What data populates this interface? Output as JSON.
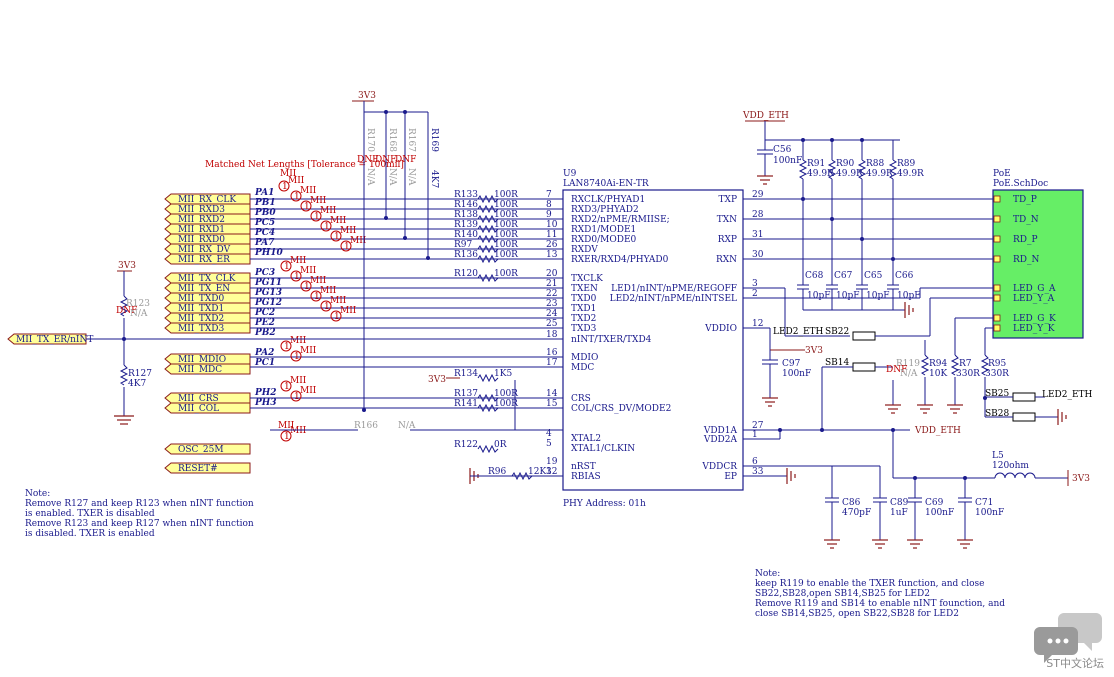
{
  "chip": {
    "ref": "U9",
    "part": "LAN8740Ai-EN-TR",
    "left_pins": [
      {
        "num": "7",
        "name": "RXCLK/PHYAD1"
      },
      {
        "num": "8",
        "name": "RXD3/PHYAD2"
      },
      {
        "num": "9",
        "name": "RXD2/nPME/RMIISE;"
      },
      {
        "num": "10",
        "name": "RXD1/MODE1"
      },
      {
        "num": "11",
        "name": "RXD0/MODE0"
      },
      {
        "num": "26",
        "name": "RXDV"
      },
      {
        "num": "13",
        "name": "RXER/RXD4/PHYAD0"
      },
      {
        "num": "20",
        "name": "TXCLK"
      },
      {
        "num": "21",
        "name": "TXEN"
      },
      {
        "num": "22",
        "name": "TXD0"
      },
      {
        "num": "23",
        "name": "TXD1"
      },
      {
        "num": "24",
        "name": "TXD2"
      },
      {
        "num": "25",
        "name": "TXD3"
      },
      {
        "num": "18",
        "name": "nINT/TXER/TXD4"
      },
      {
        "num": "16",
        "name": "MDIO"
      },
      {
        "num": "17",
        "name": "MDC"
      },
      {
        "num": "14",
        "name": "CRS"
      },
      {
        "num": "15",
        "name": "COL/CRS_DV/MODE2"
      },
      {
        "num": "4",
        "name": "XTAL2"
      },
      {
        "num": "5",
        "name": "XTAL1/CLKIN"
      },
      {
        "num": "19",
        "name": "nRST"
      },
      {
        "num": "32",
        "name": "RBIAS"
      }
    ],
    "right_pins": [
      {
        "num": "29",
        "name": "TXP"
      },
      {
        "num": "28",
        "name": "TXN"
      },
      {
        "num": "31",
        "name": "RXP"
      },
      {
        "num": "30",
        "name": "RXN"
      },
      {
        "num": "3",
        "name": "LED1/nINT/nPME/REGOFF"
      },
      {
        "num": "2",
        "name": "LED2/nINT/nPME/nINTSEL"
      },
      {
        "num": "12",
        "name": "VDDIO"
      },
      {
        "num": "27",
        "name": "VDD1A"
      },
      {
        "num": "1",
        "name": "VDD2A"
      },
      {
        "num": "6",
        "name": "VDDCR"
      },
      {
        "num": "33",
        "name": "EP"
      }
    ],
    "phy_address": "PHY Address: 01h"
  },
  "ports_left": [
    "MII_RX_CLK",
    "MII_RXD3",
    "MII_RXD2",
    "MII_RXD1",
    "MII_RXD0",
    "MII_RX_DV",
    "MII_RX_ER",
    "MII_TX_CLK",
    "MII_TX_EN",
    "MII_TXD0",
    "MII_TXD1",
    "MII_TXD2",
    "MII_TXD3",
    "MII_MDIO",
    "MII_MDC",
    "MII_CRS",
    "MII_COL",
    "OSC_25M",
    "RESET#"
  ],
  "port_txer": "MII_TX_ER/nINT",
  "mcu_pins": [
    "PA1",
    "PB1",
    "PB0",
    "PC5",
    "PC4",
    "PA7",
    "PH10",
    "PC3",
    "PG11",
    "PG13",
    "PG12",
    "PC2",
    "PE2",
    "PB2",
    "PA2",
    "PC1",
    "PH2",
    "PH3"
  ],
  "series_res": [
    {
      "ref": "R133",
      "val": "100R"
    },
    {
      "ref": "R146",
      "val": "100R"
    },
    {
      "ref": "R138",
      "val": "100R"
    },
    {
      "ref": "R139",
      "val": "100R"
    },
    {
      "ref": "R140",
      "val": "100R"
    },
    {
      "ref": "R97",
      "val": "100R"
    },
    {
      "ref": "R136",
      "val": "100R"
    },
    {
      "ref": "R120",
      "val": "100R"
    },
    {
      "ref": "R134",
      "val": "1K5"
    },
    {
      "ref": "R137",
      "val": "100R"
    },
    {
      "ref": "R141",
      "val": "100R"
    },
    {
      "ref": "R122",
      "val": "0R"
    },
    {
      "ref": "R96",
      "val": "12K1"
    }
  ],
  "labels": {
    "matched": "Matched Net Lengths [Tolerance = 100mil]",
    "mii": "MII",
    "v3v3": "3V3",
    "vdd_eth": "VDD_ETH",
    "dnf": "DNF",
    "na": "N/A",
    "r170": "R170",
    "r168": "R168",
    "r167": "R167",
    "r169": "R169",
    "r169v": "4K7",
    "r123": "R123",
    "r127": "R127",
    "r127v": "4K7",
    "r166": "R166",
    "c56": "C56",
    "c56v": "100nF",
    "r91": "R91",
    "r90": "R90",
    "r88": "R88",
    "r89": "R89",
    "r49": "49.9R",
    "c68": "C68",
    "c67": "C67",
    "c65": "C65",
    "c66": "C66",
    "c10p": "10pF",
    "c97": "C97",
    "c97v": "100nF",
    "led2eth": "LED2_ETH",
    "sb22": "SB22",
    "sb14": "SB14",
    "sb25": "SB25",
    "sb28": "SB28",
    "r119": "R119",
    "r94": "R94",
    "r94v": "10K",
    "r7": "R7",
    "r7v": "330R",
    "r95": "R95",
    "r95v": "330R",
    "l5": "L5",
    "l5v": "120ohm",
    "c86": "C86",
    "c86v": "470pF",
    "c89": "C89",
    "c89v": "1uF",
    "c69": "C69",
    "c69v": "100nF",
    "c71": "C71",
    "c71v": "100nF",
    "poe": "PoE",
    "poe_doc": "PoE.SchDoc"
  },
  "poe_pins": [
    "TD_P",
    "TD_N",
    "RD_P",
    "RD_N",
    "LED_G_A",
    "LED_Y_A",
    "LED_G_K",
    "LED_Y_K"
  ],
  "note1": {
    "title": "Note:",
    "lines": [
      "Remove R127 and keep R123 when nINT function",
      "is enabled. TXER  is disabled",
      "Remove R123 and keep R127  when nINT function",
      "is disabled. TXER is enabled"
    ]
  },
  "note2": {
    "title": "Note:",
    "lines": [
      "keep R119 to enable the TXER function, and close",
      "SB22,SB28,open SB14,SB25 for LED2",
      " Remove R119 and SB14 to enable nINT founction, and",
      "close SB14,SB25, open SB22,SB28 for LED2"
    ]
  },
  "watermark": "ST中文论坛"
}
